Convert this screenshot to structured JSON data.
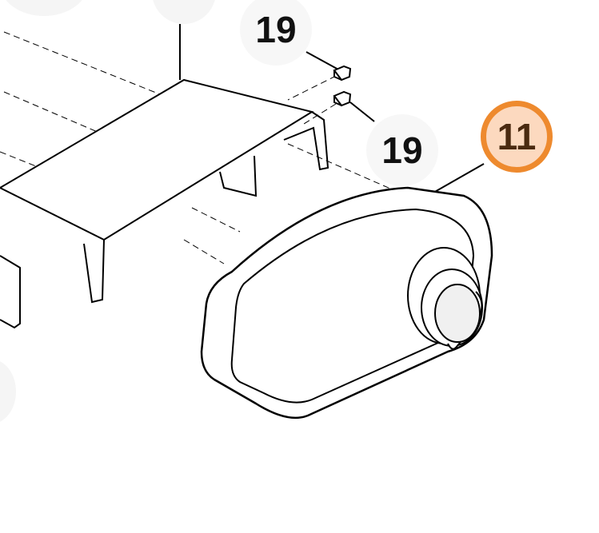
{
  "callouts": [
    {
      "label": "19",
      "part": "bolt"
    },
    {
      "label": "19",
      "part": "bolt"
    },
    {
      "label": "11",
      "part": "muffler",
      "highlighted": true
    }
  ],
  "colors": {
    "highlight_ring": "#ee8a2e",
    "highlight_fill": "#fcd9bf",
    "highlight_text": "#4a2a10"
  }
}
